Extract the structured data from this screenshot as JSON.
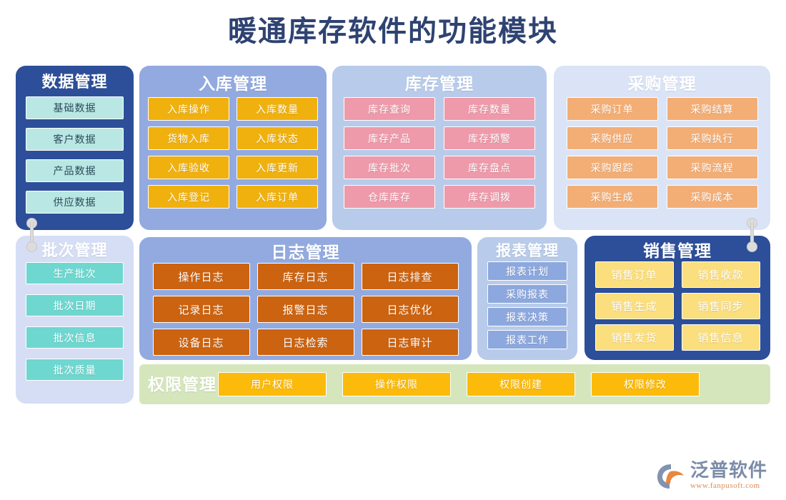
{
  "title": "暖通库存软件的功能模块",
  "panels": [
    {
      "id": "data",
      "title": "数据管理",
      "items": [
        "基础数据",
        "客户数据",
        "产品数据",
        "供应数据"
      ]
    },
    {
      "id": "inbound",
      "title": "入库管理",
      "items": [
        "入库操作",
        "入库数量",
        "货物入库",
        "入库状态",
        "入库验收",
        "入库更新",
        "入库登记",
        "入库订单"
      ]
    },
    {
      "id": "stock",
      "title": "库存管理",
      "items": [
        "库存查询",
        "库存数量",
        "库存产品",
        "库存预警",
        "库存批次",
        "库存盘点",
        "仓库库存",
        "库存调拨"
      ]
    },
    {
      "id": "purchase",
      "title": "采购管理",
      "items": [
        "采购订单",
        "采购结算",
        "采购供应",
        "采购执行",
        "采购跟踪",
        "采购流程",
        "采购生成",
        "采购成本"
      ]
    },
    {
      "id": "batch",
      "title": "批次管理",
      "items": [
        "生产批次",
        "批次日期",
        "批次信息",
        "批次质量"
      ]
    },
    {
      "id": "log",
      "title": "日志管理",
      "items": [
        "操作日志",
        "库存日志",
        "日志排查",
        "记录日志",
        "报警日志",
        "日志优化",
        "设备日志",
        "日志检索",
        "日志审计"
      ]
    },
    {
      "id": "report",
      "title": "报表管理",
      "items": [
        "报表计划",
        "采购报表",
        "报表决策",
        "报表工作"
      ]
    },
    {
      "id": "sales",
      "title": "销售管理",
      "items": [
        "销售订单",
        "销售收款",
        "销售生成",
        "销售同步",
        "销售发货",
        "销售信息"
      ]
    },
    {
      "id": "permission",
      "title": "权限管理",
      "items": [
        "用户权限",
        "操作权限",
        "权限创建",
        "权限修改"
      ]
    }
  ],
  "logo": {
    "brand_name": "泛普软件",
    "brand_url": "www.fanpusoft.com"
  },
  "colors": {
    "title_text": "#2E4372",
    "panel_data_bg": "#2D4F99",
    "panel_data_item": "#B9E7E3",
    "panel_inbound_bg": "#93AAE0",
    "panel_inbound_item": "#F0B10F",
    "panel_stock_bg": "#B8CBEA",
    "panel_stock_item": "#EE9AAA",
    "panel_purchase_bg": "#DBE4F6",
    "panel_purchase_item": "#F3AE76",
    "panel_batch_bg": "#D6DEF5",
    "panel_batch_item": "#6ED7D0",
    "panel_log_bg": "#93AAE0",
    "panel_log_item": "#CC6310",
    "panel_report_bg": "#B8CBEA",
    "panel_report_item": "#8CA8DE",
    "panel_sales_bg": "#2D4F99",
    "panel_sales_item": "#FBDE7D",
    "panel_permission_bg": "#D5E6BC",
    "panel_permission_item": "#FCBA0A"
  }
}
